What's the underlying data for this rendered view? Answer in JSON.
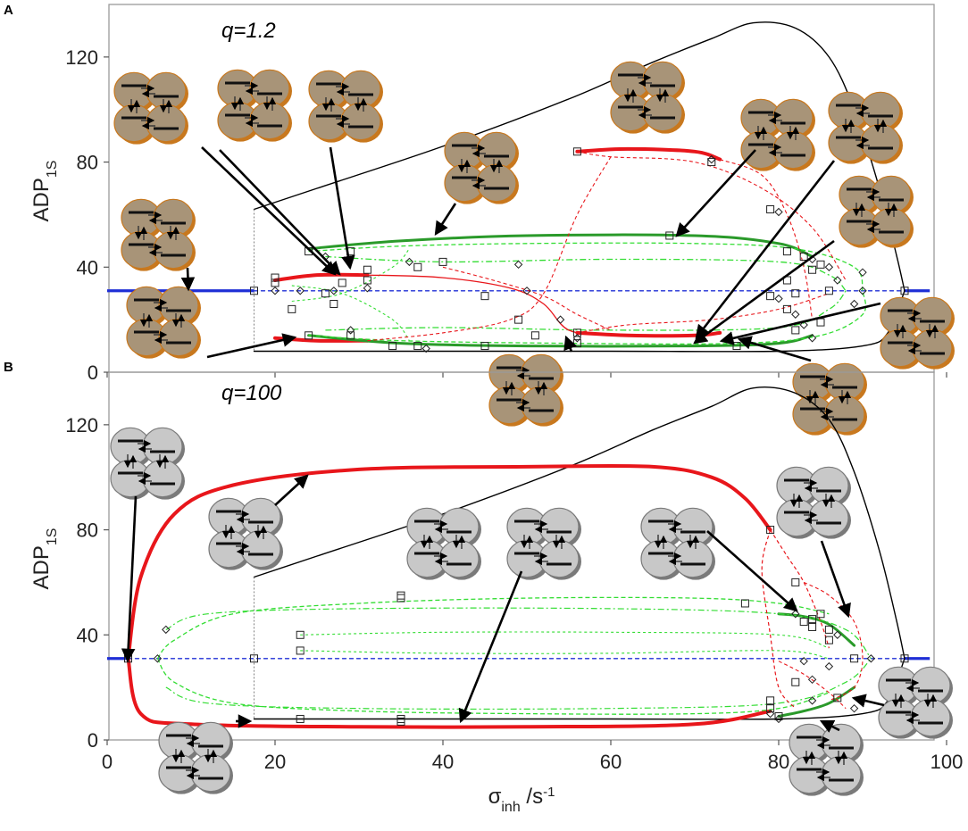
{
  "panels": [
    {
      "letter": "A",
      "annotation": "q=1.2",
      "ylabel": "ADP",
      "ylabel_sub": "1S",
      "cell_fill": "#a89478",
      "cell_stroke": "#c8781e"
    },
    {
      "letter": "B",
      "annotation": "q=100",
      "ylabel": "ADP",
      "ylabel_sub": "1S",
      "cell_fill": "#c8c8c8",
      "cell_stroke": "#7a7a7a"
    }
  ],
  "xlabel": "σ",
  "xlabel_sub": "inh",
  "xlabel_unit": " /s",
  "xlabel_exp": "-1",
  "colors": {
    "stable_steady": "#1f2fd6",
    "stable_periodic_red": "#e8161b",
    "stable_periodic_green": "#2a9a2a",
    "unstable_green": "#33dd33",
    "unstable_red": "#e8161b",
    "envelope": "#000000"
  },
  "chart_data": [
    {
      "type": "line",
      "title": "",
      "xlim": [
        0,
        100
      ],
      "ylim": [
        0,
        140
      ],
      "xticks": [
        0,
        20,
        40,
        60,
        80,
        100
      ],
      "yticks": [
        0,
        40,
        80,
        120
      ],
      "xlabel": "σinh /s-1",
      "ylabel": "ADP1S",
      "series": [
        {
          "kind": "stable_steady",
          "x": [
            0,
            17.5,
            95,
            98
          ],
          "y": [
            31,
            31,
            31,
            31
          ]
        },
        {
          "kind": "unstable_steady",
          "x": [
            17.5,
            95
          ],
          "y": [
            31,
            31
          ]
        },
        {
          "kind": "envelope_max",
          "x": [
            17.5,
            25,
            40,
            55,
            65,
            72,
            77,
            82,
            86,
            89,
            92,
            94,
            95
          ],
          "y": [
            62,
            70,
            86,
            104,
            118,
            127,
            133,
            131,
            120,
            100,
            70,
            45,
            31
          ]
        },
        {
          "kind": "envelope_min",
          "x": [
            17.5,
            25,
            40,
            60,
            80,
            90,
            93,
            95
          ],
          "y": [
            8,
            8,
            8,
            8,
            8,
            10,
            15,
            31
          ]
        },
        {
          "kind": "periodic_red_max",
          "x": [
            20,
            25,
            31
          ],
          "y": [
            35,
            37,
            37
          ]
        },
        {
          "kind": "periodic_red_min",
          "x": [
            20,
            25,
            31
          ],
          "y": [
            13,
            12,
            12
          ]
        },
        {
          "kind": "periodic_red_max",
          "x": [
            56,
            62,
            70,
            73
          ],
          "y": [
            84,
            85,
            84,
            81
          ]
        },
        {
          "kind": "periodic_red_min",
          "x": [
            56,
            62,
            70,
            73
          ],
          "y": [
            15,
            14,
            14,
            15
          ]
        },
        {
          "kind": "periodic_green_max",
          "x": [
            24,
            35,
            50,
            70,
            80,
            84
          ],
          "y": [
            47,
            50,
            52,
            52,
            49,
            44
          ]
        },
        {
          "kind": "periodic_green_min",
          "x": [
            24,
            35,
            50,
            70,
            80,
            84
          ],
          "y": [
            14,
            11,
            10,
            10,
            11,
            14
          ]
        }
      ]
    },
    {
      "type": "line",
      "title": "",
      "xlim": [
        0,
        100
      ],
      "ylim": [
        0,
        140
      ],
      "xticks": [
        0,
        20,
        40,
        60,
        80,
        100
      ],
      "yticks": [
        0,
        40,
        80,
        120
      ],
      "xlabel": "σinh /s-1",
      "ylabel": "ADP1S",
      "series": [
        {
          "kind": "stable_steady",
          "x": [
            0,
            2.5,
            95,
            98
          ],
          "y": [
            31,
            31,
            31,
            31
          ]
        },
        {
          "kind": "unstable_steady",
          "x": [
            2.5,
            95
          ],
          "y": [
            31,
            31
          ]
        },
        {
          "kind": "envelope_max",
          "x": [
            17.5,
            25,
            40,
            55,
            65,
            72,
            77,
            82,
            86,
            89,
            92,
            94,
            95
          ],
          "y": [
            62,
            70,
            86,
            104,
            118,
            127,
            134,
            132,
            122,
            102,
            72,
            46,
            31
          ]
        },
        {
          "kind": "envelope_min",
          "x": [
            17.5,
            25,
            40,
            60,
            80,
            90,
            93,
            95
          ],
          "y": [
            8,
            8,
            8,
            8,
            8,
            10,
            15,
            31
          ]
        },
        {
          "kind": "periodic_red_max",
          "x": [
            2.5,
            4,
            8,
            15,
            30,
            50,
            65,
            72,
            76,
            79
          ],
          "y": [
            31,
            62,
            86,
            97,
            103,
            104,
            104,
            100,
            92,
            80
          ]
        },
        {
          "kind": "periodic_red_min",
          "x": [
            2.5,
            4,
            10,
            30,
            50,
            70,
            79
          ],
          "y": [
            31,
            10,
            6,
            5,
            5,
            6,
            11
          ]
        },
        {
          "kind": "periodic_green_max",
          "x": [
            80,
            83,
            86,
            89
          ],
          "y": [
            48,
            47,
            44,
            36
          ]
        },
        {
          "kind": "periodic_green_min",
          "x": [
            80,
            83,
            86,
            89
          ],
          "y": [
            9,
            11,
            14,
            20
          ]
        }
      ]
    }
  ]
}
